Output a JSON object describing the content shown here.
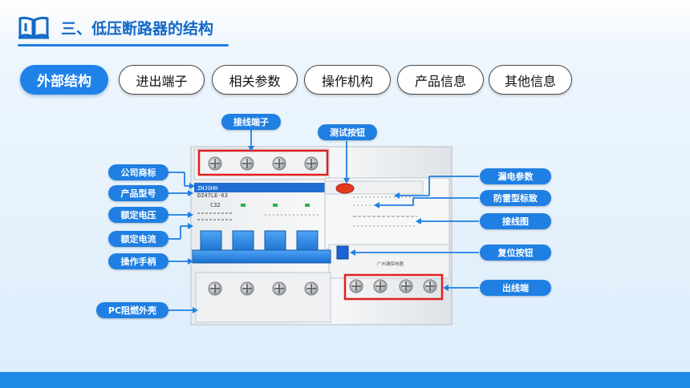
{
  "header": {
    "title": "三、低压断路器的结构",
    "icon": "book-icon"
  },
  "tabs": [
    {
      "label": "外部结构",
      "active": true
    },
    {
      "label": "进出端子"
    },
    {
      "label": "相关参数"
    },
    {
      "label": "操作机构"
    },
    {
      "label": "产品信息"
    },
    {
      "label": "其他信息"
    }
  ],
  "breaker": {
    "brand": "ZHJGHH",
    "model": "DZ47LE-63",
    "rating": "C32",
    "side_text": "广州漏保电器"
  },
  "callouts": {
    "terminal_in": "接线端子",
    "test_button": "测试按钮",
    "brand_mark": "公司商标",
    "model": "产品型号",
    "rated_voltage": "额定电压",
    "rated_current": "额定电流",
    "handle": "操作手柄",
    "leakage_params": "漏电参数",
    "lightning_model": "防雷型标致",
    "wiring_diagram": "接线图",
    "reset_button": "复位按钮",
    "terminal_out": "出线端",
    "shell": "PC阻燃外壳"
  },
  "colors": {
    "accent": "#1f7fe3",
    "highlight": "#e02020",
    "test_button": "#e53a1c",
    "reset_button": "#1a64d8"
  }
}
